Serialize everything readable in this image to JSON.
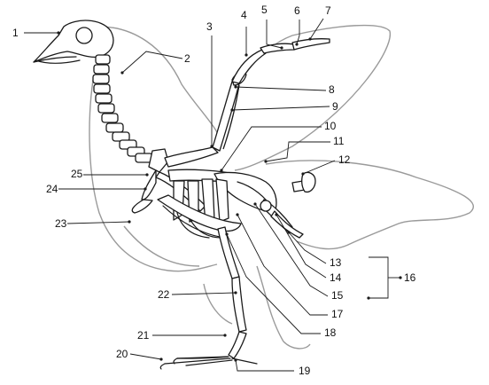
{
  "diagram": {
    "labels": [
      "1",
      "2",
      "3",
      "4",
      "5",
      "6",
      "7",
      "8",
      "9",
      "10",
      "11",
      "12",
      "13",
      "14",
      "15",
      "16",
      "17",
      "18",
      "19",
      "20",
      "21",
      "22",
      "23",
      "24",
      "25"
    ]
  },
  "colors": {
    "ink": "#1a1a1a",
    "outline": "#9a9a9a",
    "background": "#ffffff"
  }
}
